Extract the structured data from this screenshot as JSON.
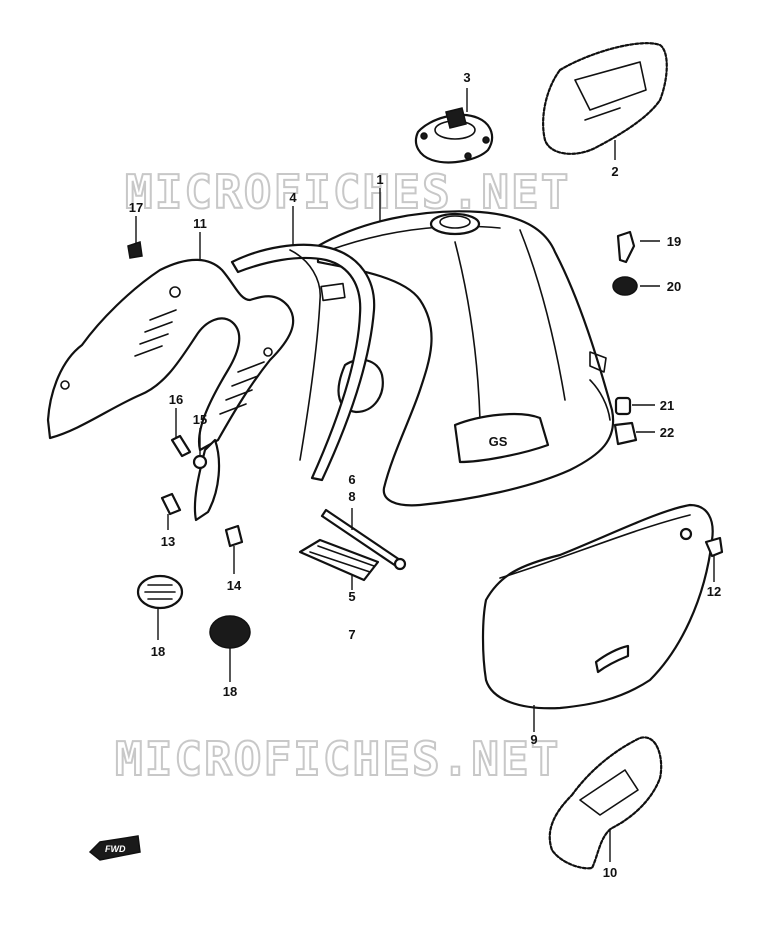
{
  "watermark": {
    "text": "MICROFICHES.NET",
    "color": "#c8c8c8"
  },
  "forward_marker": {
    "text": "FWD",
    "icon": "forward-arrow-icon"
  },
  "callouts": {
    "c1": "1",
    "c2": "2",
    "c3": "3",
    "c4": "4",
    "c5": "5",
    "c6": "6",
    "c7": "7",
    "c8": "8",
    "c9": "9",
    "c10": "10",
    "c11": "11",
    "c12": "12",
    "c13": "13",
    "c14": "14",
    "c15": "15",
    "c16": "16",
    "c17": "17",
    "c18a": "18",
    "c18b": "18",
    "c19": "19",
    "c20": "20",
    "c21": "21",
    "c22": "22"
  },
  "tank_badge_text": "GS"
}
